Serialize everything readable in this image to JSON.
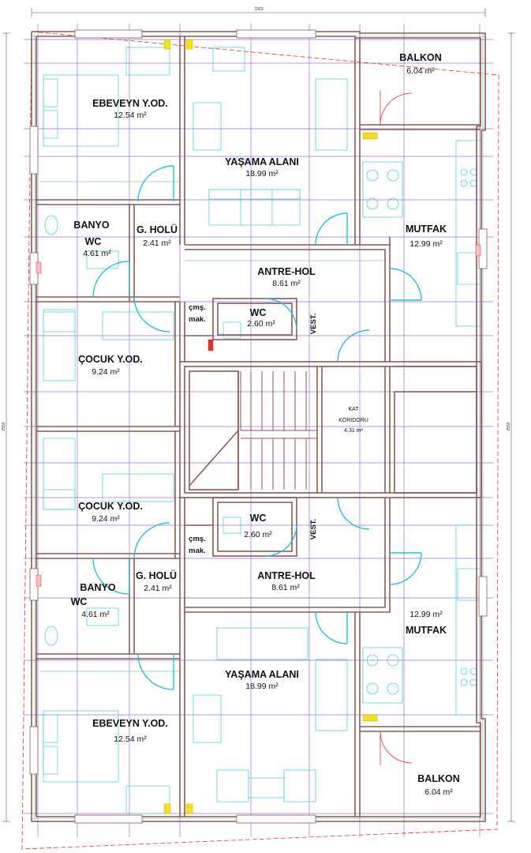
{
  "overall_dim_top": "1563",
  "overall_dim_side": "2550",
  "rooms": {
    "ebeveyn_top": {
      "name": "EBEVEYN Y.OD.",
      "area": "12.54 m²"
    },
    "yasama_top": {
      "name": "YAŞAMA ALANI",
      "area": "18.99 m²"
    },
    "balkon_top": {
      "name": "BALKON",
      "area": "6.04 m²"
    },
    "banyo_top": {
      "name": "BANYO",
      "sub": "WC",
      "area": "4.61 m²"
    },
    "gholu_top": {
      "name": "G. HOLÜ",
      "area": "2.41 m²"
    },
    "mutfak_top": {
      "name": "MUTFAK",
      "area": "12.99 m²"
    },
    "antre_top": {
      "name": "ANTRE-HOL",
      "area": "8.61 m²"
    },
    "cms_top": {
      "line1": "çmş.",
      "line2": "mak."
    },
    "wc_top": {
      "name": "WC",
      "area": "2.60 m²"
    },
    "vest_top": {
      "name": "VEST."
    },
    "cocuk1": {
      "name": "ÇOCUK Y.OD.",
      "area": "9.24 m²"
    },
    "kat": {
      "line1": "KAT",
      "line2": "KORİDORU",
      "area": "4.31 m²"
    },
    "cocuk2": {
      "name": "ÇOCUK Y.OD.",
      "area": "9.24 m²"
    },
    "wc_bot": {
      "name": "WC",
      "area": "2.60 m²"
    },
    "vest_bot": {
      "name": "VEST."
    },
    "cms_bot": {
      "line1": "çmş.",
      "line2": "mak."
    },
    "banyo_bot": {
      "name": "BANYO",
      "sub": "WC",
      "area": "4.61 m²"
    },
    "gholu_bot": {
      "name": "G. HOLÜ",
      "area": "2.41 m²"
    },
    "antre_bot": {
      "name": "ANTRE-HOL",
      "area": "8.61 m²"
    },
    "mutfak_bot": {
      "name": "MUTFAK",
      "area": "12.99 m²"
    },
    "yasama_bot": {
      "name": "YAŞAMA ALANI",
      "area": "18.99 m²"
    },
    "ebeveyn_bot": {
      "name": "EBEVEYN Y.OD.",
      "area": "12.54 m²"
    },
    "balkon_bot": {
      "name": "BALKON",
      "area": "6.04 m²"
    }
  },
  "colors": {
    "wall": "#8b5a55",
    "grid": "#7a3fd0",
    "dimension": "#2aa84a",
    "furniture": "#4fd0d8",
    "door": "#22c3d6",
    "red_dash": "#e03030",
    "window_yellow": "#f0e020"
  }
}
